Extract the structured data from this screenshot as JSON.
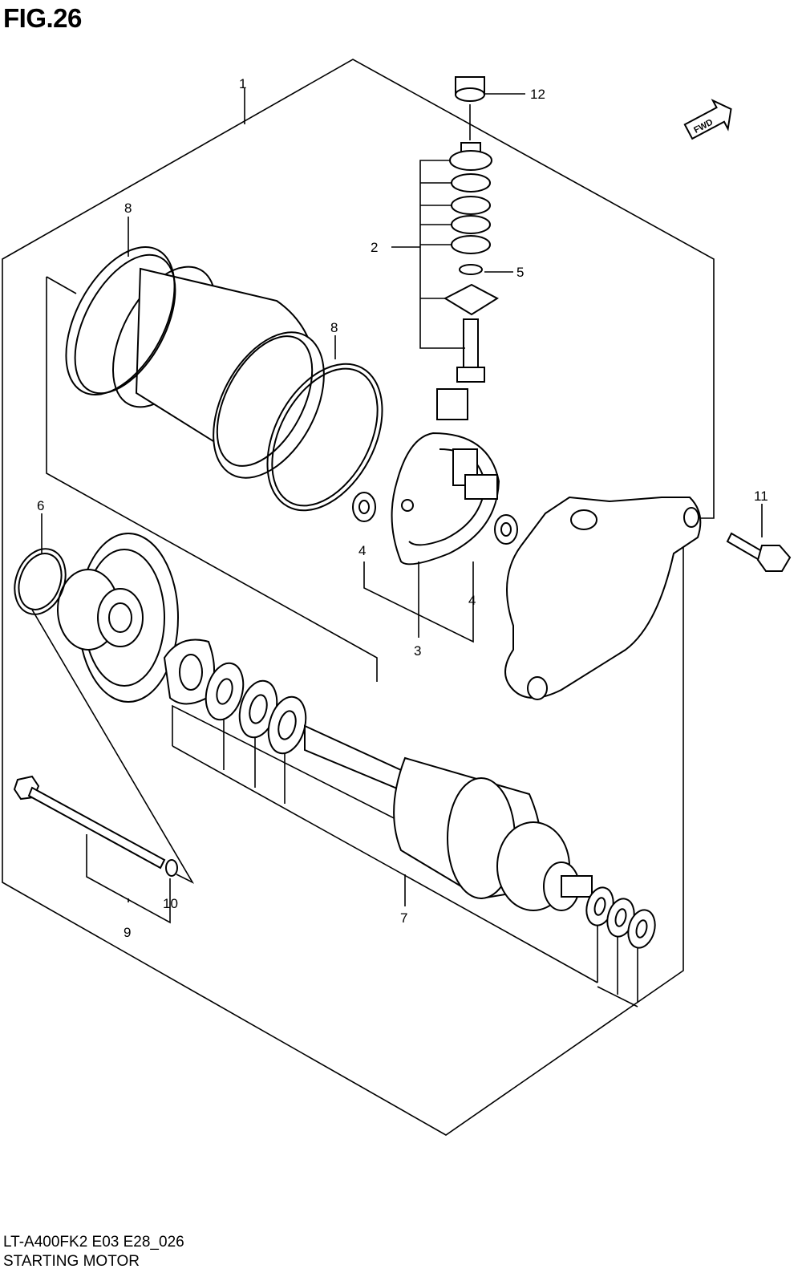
{
  "figure": {
    "title": "FIG.26",
    "code": "LT-A400FK2 E03 E28_026",
    "name": "STARTING MOTOR",
    "fwd_label": "FWD"
  },
  "callouts": [
    "1",
    "2",
    "3",
    "4",
    "4",
    "5",
    "6",
    "7",
    "8",
    "8",
    "9",
    "10",
    "11",
    "12"
  ],
  "icons": {
    "fwd_arrow": "fwd-arrow-icon"
  }
}
